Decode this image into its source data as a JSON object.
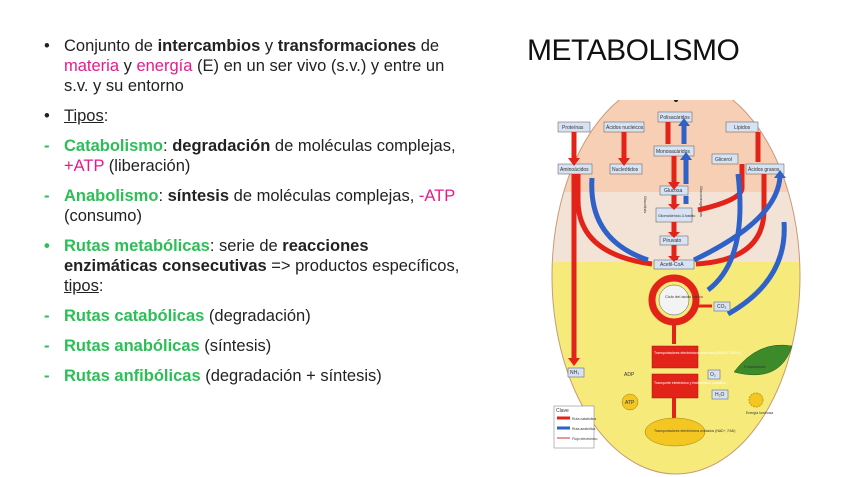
{
  "title": "METABOLISMO",
  "bullets": {
    "b1": {
      "mark": "•",
      "p1": "Conjunto de ",
      "p2": "intercambios",
      "p3": " y ",
      "p4": "transformaciones",
      "p5": " de ",
      "p6": "materia",
      "p7": " y ",
      "p8": "energía",
      "p9": " (E) en un ser vivo (s.v.) y entre un s.v. y su entorno"
    },
    "b2": {
      "mark": "•",
      "p1": "Tipos",
      "p2": ":"
    },
    "b3": {
      "mark": "-",
      "p1": "Catabolismo",
      "p2": ": ",
      "p3": "degradación",
      "p4": " de moléculas complejas, ",
      "p5": "+ATP",
      "p6": " (liberación)"
    },
    "b4": {
      "mark": "-",
      "p1": "Anabolismo",
      "p2": ": ",
      "p3": "síntesis",
      "p4": " de moléculas complejas, ",
      "p5": "-ATP",
      "p6": " (consumo)"
    },
    "b5": {
      "mark": "•",
      "p1": "Rutas metabólicas",
      "p2": ": serie de ",
      "p3": "reacciones enzimáticas consecutivas",
      "p4": " => productos específicos, ",
      "p5": "tipos",
      "p6": ":"
    },
    "b6": {
      "mark": "-",
      "p1": "Rutas catabólicas",
      "p2": " (degradación)"
    },
    "b7": {
      "mark": "-",
      "p1": "Rutas anabólicas",
      "p2": " (síntesis)"
    },
    "b8": {
      "mark": "-",
      "p1": "Rutas anfibólicas",
      "p2": " (degradación + síntesis)"
    }
  },
  "diagram": {
    "proteinas": "Proteínas",
    "acidos_nucleicos": "Ácidos nucleicos",
    "polisacaridos": "Polisacáridos",
    "lipidos": "Lípidos",
    "aminoacidos": "Aminoácidos",
    "nucleotidos": "Nucleótidos",
    "monosacaridos": "Monosacáridos",
    "glicerol": "Glicerol",
    "acidos_grasos": "Ácidos grasos",
    "glucosa": "Glucosa",
    "gliceraldehido": "Gliceraldehído-3-fosfato",
    "piruvato": "Piruvato",
    "acetil_coa": "Acetil-CoA",
    "ciclo": "Ciclo del ácido cítrico",
    "co2": "CO₂",
    "nh3": "NH₃",
    "adp": "ADP",
    "atp": "ATP",
    "h2o": "H₂O",
    "o2": "O₂",
    "transporte": "Transporte electrónico y fosforilación oxidativa",
    "transportadores": "Transportadores electrónicos reducidos (NADH, FADH₂)",
    "transportadores2": "Transportadores electrónicos oxidados (NAD⁺, FAD)",
    "fotosintesis": "Fotosíntesis",
    "energia_luminosa": "Energía luminosa",
    "glucolisis": "Glucólisis",
    "gluconeogenesis": "Gluconeogénesis",
    "legend_title": "Clave",
    "legend_cat": "Ruta catabólica",
    "legend_ana": "Ruta anabólica",
    "legend_flujo": "Flujo electrónico",
    "colors": {
      "catabolic": "#e2231a",
      "anabolic": "#2f62c8",
      "electron": "#c0392b"
    }
  }
}
